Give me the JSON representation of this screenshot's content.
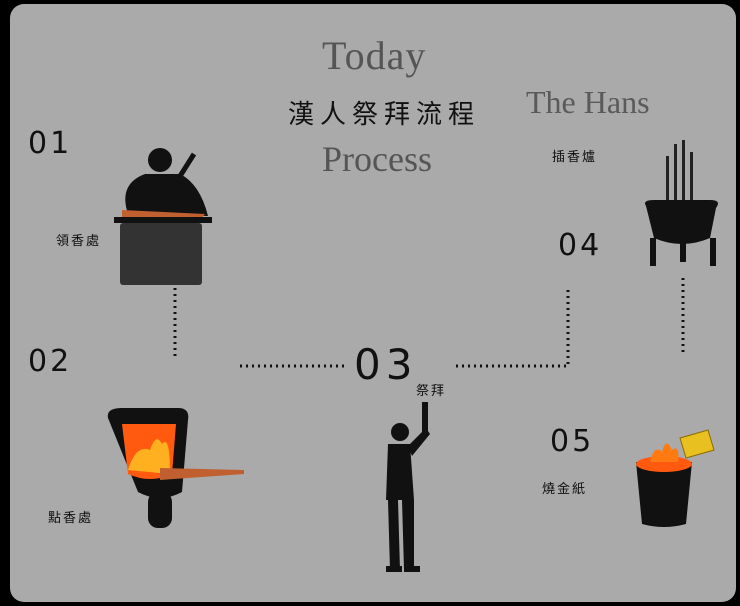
{
  "title": {
    "line1": "Today",
    "line2": "The Hans",
    "chinese": "漢人祭拜流程",
    "line3": "Process"
  },
  "steps": [
    {
      "number": "01",
      "label": "領香處"
    },
    {
      "number": "02",
      "label": "點香處"
    },
    {
      "number": "03",
      "label": "祭拜"
    },
    {
      "number": "04",
      "label": "插香爐"
    },
    {
      "number": "05",
      "label": "燒金紙"
    }
  ],
  "colors": {
    "background": "#aaaaaa",
    "frame": "#000000",
    "silhouette": "#111111",
    "flame": "#ff4a00",
    "incense": "#c06030",
    "gold_paper": "#e8c020"
  },
  "icons": [
    "person-holding-incense-icon",
    "incense-lighter-icon",
    "worshipper-icon",
    "incense-burner-icon",
    "paper-burning-bin-icon"
  ]
}
